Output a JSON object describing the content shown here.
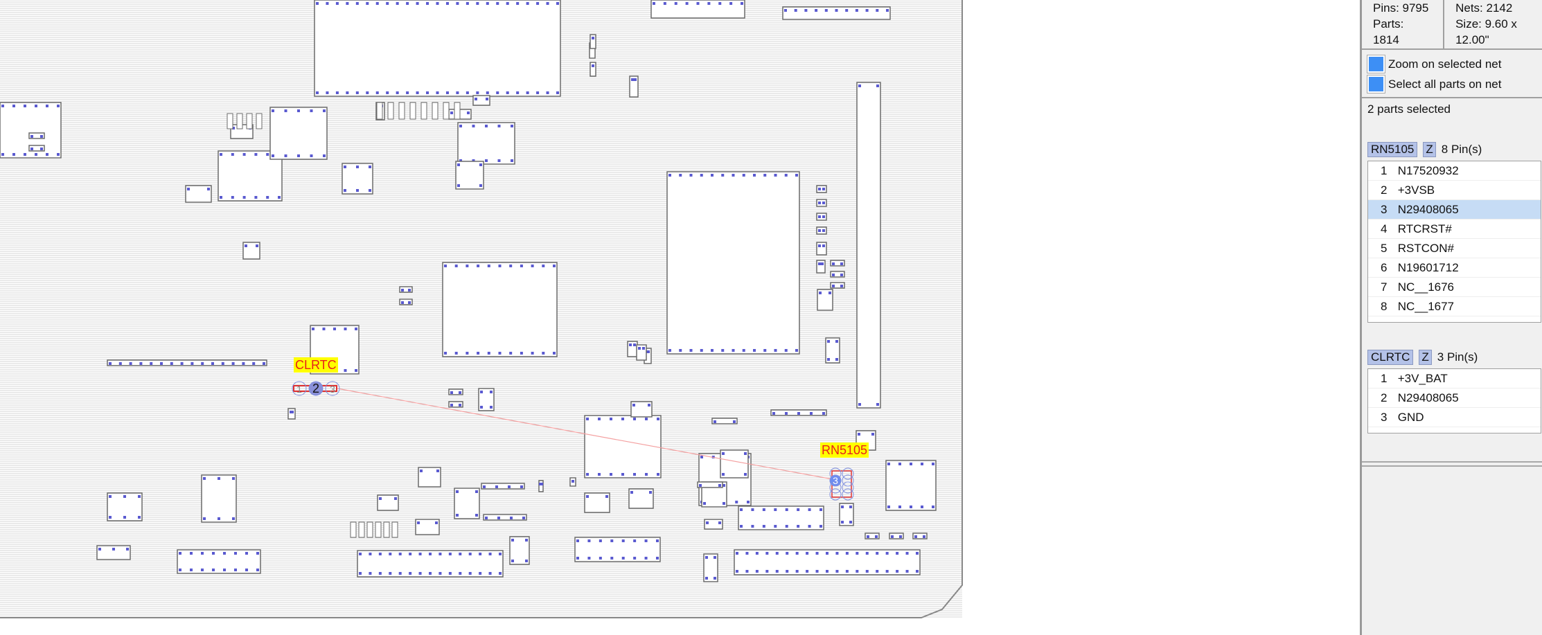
{
  "stats": {
    "pins": "Pins: 9795",
    "parts": "Parts: 1814",
    "nets": "Nets: 2142",
    "size": "Size: 9.60 x 12.00\""
  },
  "options": [
    {
      "label": "Zoom on selected net",
      "checked": true
    },
    {
      "label": "Select all parts on net",
      "checked": true
    }
  ],
  "selection_status": "2 parts selected",
  "parts": [
    {
      "name": "RN5105",
      "zoom": "Z",
      "pin_count": "8 Pin(s)",
      "pins": [
        {
          "num": "1",
          "net": "N17520932"
        },
        {
          "num": "2",
          "net": "+3VSB"
        },
        {
          "num": "3",
          "net": "N29408065",
          "selected": true
        },
        {
          "num": "4",
          "net": "RTCRST#"
        },
        {
          "num": "5",
          "net": "RSTCON#"
        },
        {
          "num": "6",
          "net": "N19601712"
        },
        {
          "num": "7",
          "net": "NC__1676"
        },
        {
          "num": "8",
          "net": "NC__1677"
        }
      ]
    },
    {
      "name": "CLRTC",
      "zoom": "Z",
      "pin_count": "3 Pin(s)",
      "pins": [
        {
          "num": "1",
          "net": "+3V_BAT"
        },
        {
          "num": "2",
          "net": "N29408065"
        },
        {
          "num": "3",
          "net": "GND"
        }
      ]
    }
  ],
  "board": {
    "label_clrtc": "CLRTC",
    "label_rn5105": "RN5105",
    "clrtc_pins": [
      "1",
      "2",
      "3"
    ],
    "rn_pin": "3"
  },
  "colors": {
    "highlight": "#ffff00",
    "label_text": "#e8201a",
    "ratsnest": "#f4a0a0",
    "checkbox": "#3d8ff5"
  }
}
